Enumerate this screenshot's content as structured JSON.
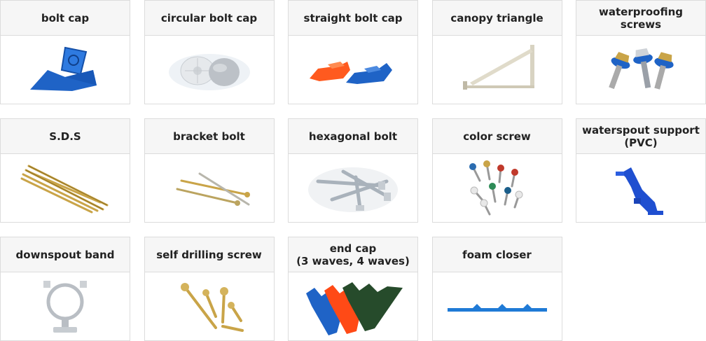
{
  "products": [
    {
      "title": "bolt cap"
    },
    {
      "title": "circular bolt cap"
    },
    {
      "title": "straight bolt cap"
    },
    {
      "title": "canopy triangle"
    },
    {
      "title": "waterproofing screws"
    },
    {
      "title": "S.D.S"
    },
    {
      "title": "bracket bolt"
    },
    {
      "title": "hexagonal bolt"
    },
    {
      "title": "color screw"
    },
    {
      "title": "waterspout support\n(PVC)"
    },
    {
      "title": "downspout band"
    },
    {
      "title": "self drilling screw"
    },
    {
      "title": "end cap\n(3 waves, 4 waves)"
    },
    {
      "title": "foam closer"
    }
  ],
  "colors": {
    "blue": "#1f63c6",
    "orange": "#ff5a1f",
    "grey": "#c8c8c8",
    "gold": "#c9a448",
    "green": "#264b2b"
  }
}
